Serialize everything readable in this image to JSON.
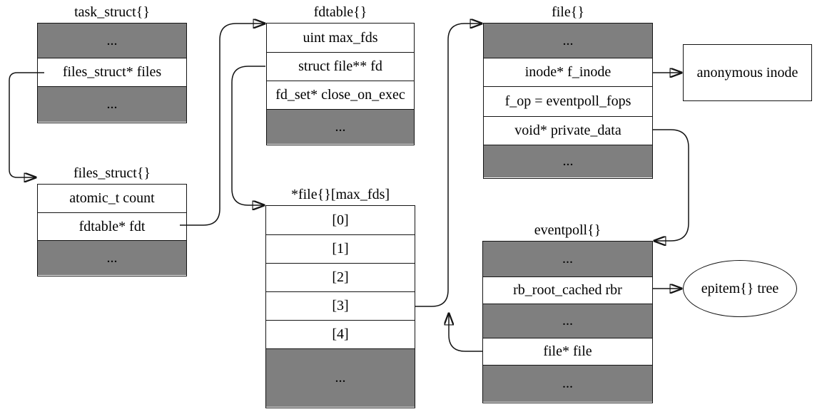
{
  "diagram": {
    "structs": [
      {
        "name": "task_struct",
        "title": "task_struct{}",
        "rows": [
          "...",
          "files_struct* files",
          "..."
        ]
      },
      {
        "name": "files_struct",
        "title": "files_struct{}",
        "rows": [
          "atomic_t count",
          "fdtable* fdt",
          "..."
        ]
      },
      {
        "name": "fdtable",
        "title": "fdtable{}",
        "rows": [
          "uint max_fds",
          "struct file** fd",
          "fd_set* close_on_exec",
          "..."
        ]
      },
      {
        "name": "file_array",
        "title": "*file{}[max_fds]",
        "rows": [
          "[0]",
          "[1]",
          "[2]",
          "[3]",
          "[4]",
          "..."
        ]
      },
      {
        "name": "file",
        "title": "file{}",
        "rows": [
          "...",
          "inode* f_inode",
          "f_op = eventpoll_fops",
          "void* private_data",
          "..."
        ]
      },
      {
        "name": "eventpoll",
        "title": "eventpoll{}",
        "rows": [
          "...",
          "rb_root_cached rbr",
          "...",
          "file* file",
          "..."
        ]
      }
    ],
    "nodes": [
      {
        "name": "anonymous_inode",
        "shape": "rect",
        "label": "anonymous inode"
      },
      {
        "name": "epitem_tree",
        "shape": "ellipse",
        "label": "epitem{} tree"
      }
    ],
    "edges": [
      {
        "from": "task_struct.files_struct* files",
        "to": "files_struct"
      },
      {
        "from": "files_struct.fdtable* fdt",
        "to": "fdtable"
      },
      {
        "from": "fdtable.struct file** fd",
        "to": "file_array"
      },
      {
        "from": "file_array.[3]",
        "to": "file"
      },
      {
        "from": "eventpoll.file* file",
        "to": "file"
      },
      {
        "from": "file.inode* f_inode",
        "to": "anonymous_inode"
      },
      {
        "from": "file.void* private_data",
        "to": "eventpoll"
      },
      {
        "from": "eventpoll.rb_root_cached rbr",
        "to": "epitem_tree"
      }
    ],
    "colors": {
      "gray_fill": "#7f7f7f",
      "white_fill": "#ffffff",
      "line": "#141414",
      "background": "#ffffff"
    }
  }
}
